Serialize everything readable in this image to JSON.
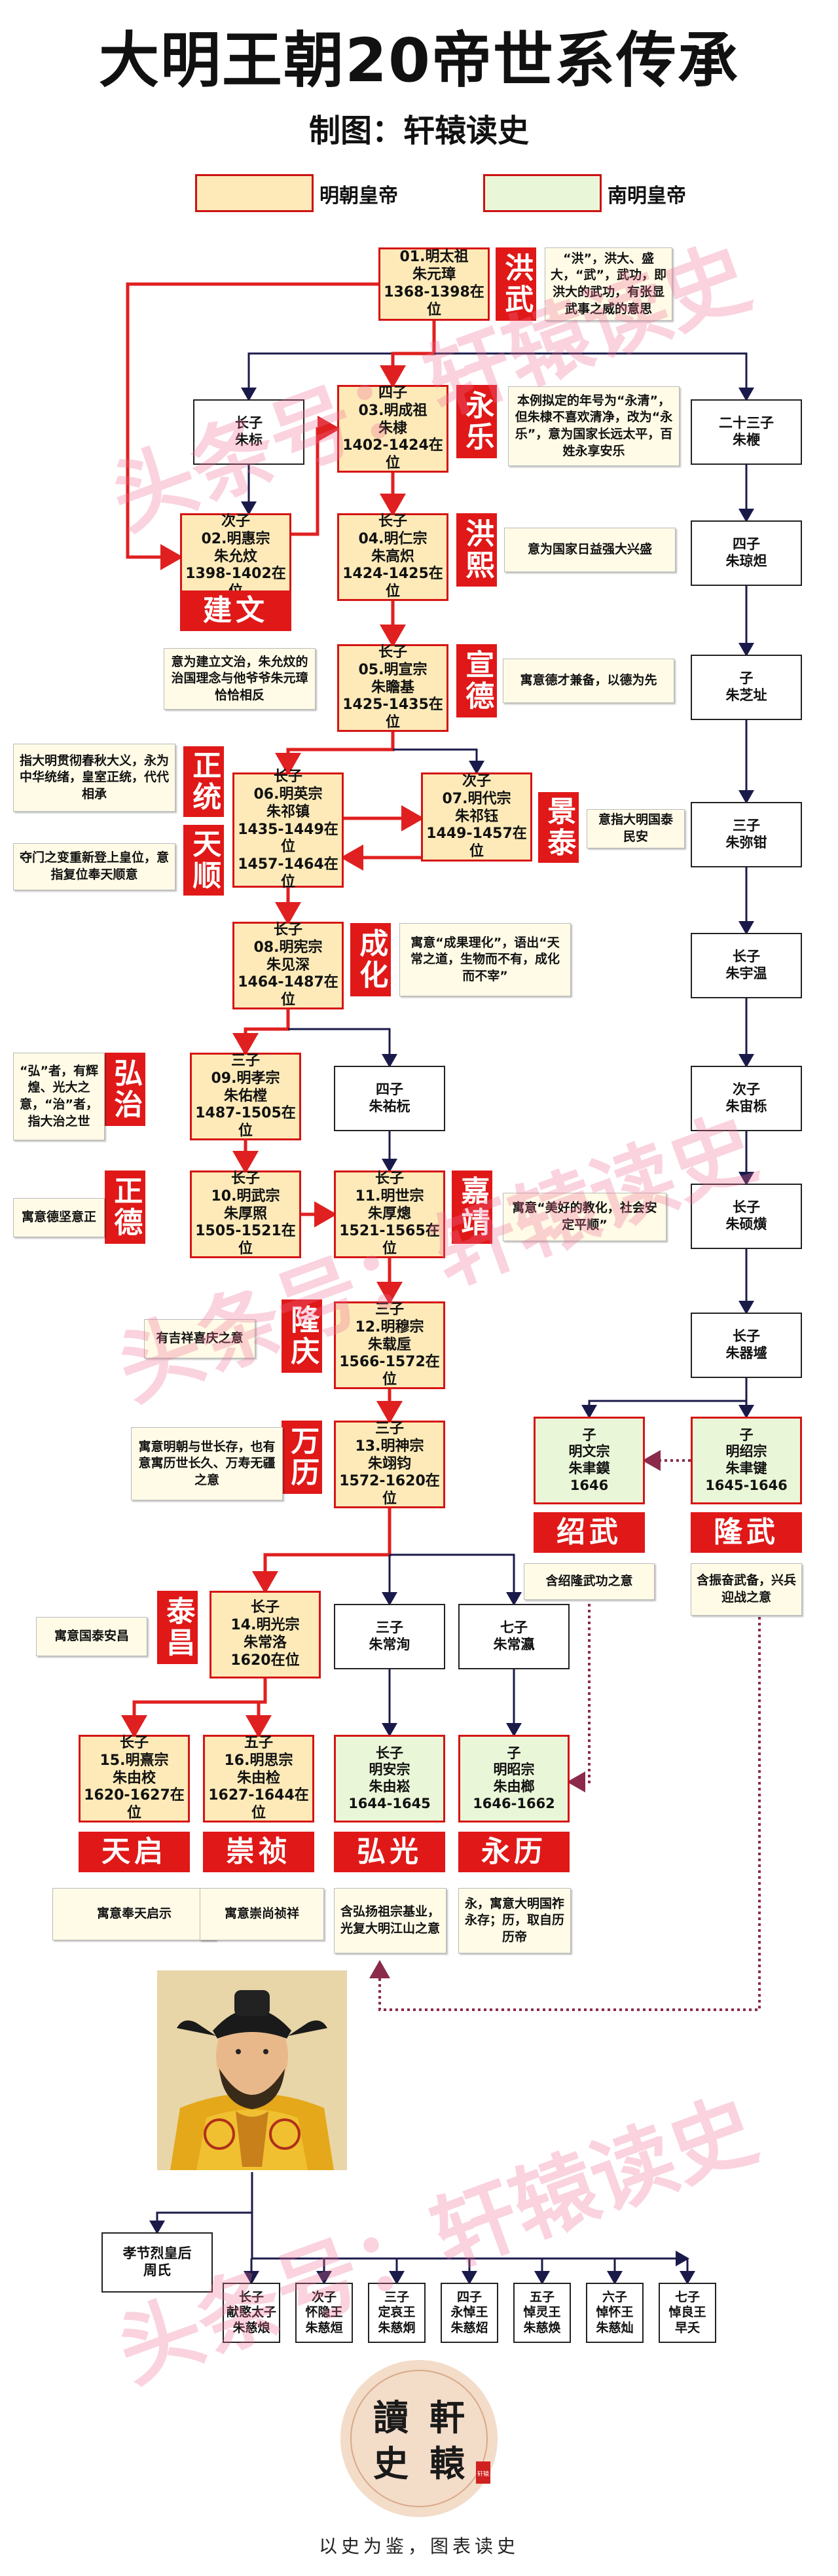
{
  "title": "大明王朝20帝世系传承",
  "subtitle": "制图：轩辕读史",
  "legend": {
    "ming": "明朝皇帝",
    "nan": "南明皇帝"
  },
  "colors": {
    "ming_fill": "#fdeab8",
    "nan_fill": "#eaf6d8",
    "border_red": "#d61414",
    "tag_red": "#e01818",
    "line_red": "#e02020",
    "line_dark": "#1a1a4a",
    "dotted": "#8b2a4a"
  },
  "watermarks": [
    "头条号：轩辕读史",
    "头条号：轩辕读史",
    "头条号：轩辕读史"
  ],
  "nodes": [
    {
      "id": "n1",
      "kind": "ming",
      "lines": [
        "01.明太祖",
        "朱元璋",
        "1368-1398在位"
      ]
    },
    {
      "id": "n2",
      "kind": "plain",
      "lines": [
        "长子",
        "朱标"
      ]
    },
    {
      "id": "n3",
      "kind": "ming",
      "lines": [
        "四子",
        "03.明成祖",
        "朱棣",
        "1402-1424在位"
      ]
    },
    {
      "id": "n4",
      "kind": "plain",
      "lines": [
        "二十三子",
        "朱楩"
      ]
    },
    {
      "id": "n5",
      "kind": "ming",
      "lines": [
        "次子",
        "02.明惠宗",
        "朱允炆",
        "1398-1402在位"
      ]
    },
    {
      "id": "n6",
      "kind": "ming",
      "lines": [
        "长子",
        "04.明仁宗",
        "朱高炽",
        "1424-1425在位"
      ]
    },
    {
      "id": "n7",
      "kind": "plain",
      "lines": [
        "四子",
        "朱琼炟"
      ]
    },
    {
      "id": "n8",
      "kind": "ming",
      "lines": [
        "长子",
        "05.明宣宗",
        "朱瞻基",
        "1425-1435在位"
      ]
    },
    {
      "id": "n9",
      "kind": "plain",
      "lines": [
        "子",
        "朱芝址"
      ]
    },
    {
      "id": "n10",
      "kind": "ming",
      "lines": [
        "长子",
        "06.明英宗",
        "朱祁镇",
        "1435-1449在位",
        "1457-1464在位"
      ]
    },
    {
      "id": "n11",
      "kind": "ming",
      "lines": [
        "次子",
        "07.明代宗",
        "朱祁钰",
        "1449-1457在位"
      ]
    },
    {
      "id": "n12",
      "kind": "plain",
      "lines": [
        "三子",
        "朱弥钳"
      ]
    },
    {
      "id": "n13",
      "kind": "ming",
      "lines": [
        "长子",
        "08.明宪宗",
        "朱见深",
        "1464-1487在位"
      ]
    },
    {
      "id": "n14",
      "kind": "plain",
      "lines": [
        "长子",
        "朱宇温"
      ]
    },
    {
      "id": "n15",
      "kind": "ming",
      "lines": [
        "三子",
        "09.明孝宗",
        "朱佑樘",
        "1487-1505在位"
      ]
    },
    {
      "id": "n16",
      "kind": "plain",
      "lines": [
        "四子",
        "朱祐杬"
      ]
    },
    {
      "id": "n17",
      "kind": "plain",
      "lines": [
        "次子",
        "朱宙栎"
      ]
    },
    {
      "id": "n18",
      "kind": "ming",
      "lines": [
        "长子",
        "10.明武宗",
        "朱厚照",
        "1505-1521在位"
      ]
    },
    {
      "id": "n19",
      "kind": "ming",
      "lines": [
        "长子",
        "11.明世宗",
        "朱厚熜",
        "1521-1565在位"
      ]
    },
    {
      "id": "n20",
      "kind": "plain",
      "lines": [
        "长子",
        "朱硕熿"
      ]
    },
    {
      "id": "n21",
      "kind": "ming",
      "lines": [
        "三子",
        "12.明穆宗",
        "朱载垕",
        "1566-1572在位"
      ]
    },
    {
      "id": "n22",
      "kind": "plain",
      "lines": [
        "长子",
        "朱器墭"
      ]
    },
    {
      "id": "n23",
      "kind": "ming",
      "lines": [
        "三子",
        "13.明神宗",
        "朱翊钧",
        "1572-1620在位"
      ]
    },
    {
      "id": "n24",
      "kind": "nan",
      "lines": [
        "子",
        "明文宗",
        "朱聿鏌",
        "1646"
      ]
    },
    {
      "id": "n25",
      "kind": "nan",
      "lines": [
        "子",
        "明绍宗",
        "朱聿键",
        "1645-1646"
      ]
    },
    {
      "id": "n26",
      "kind": "ming",
      "lines": [
        "长子",
        "14.明光宗",
        "朱常洛",
        "1620在位"
      ]
    },
    {
      "id": "n27",
      "kind": "plain",
      "lines": [
        "三子",
        "朱常洵"
      ]
    },
    {
      "id": "n28",
      "kind": "plain",
      "lines": [
        "七子",
        "朱常瀛"
      ]
    },
    {
      "id": "n29",
      "kind": "ming",
      "lines": [
        "长子",
        "15.明熹宗",
        "朱由校",
        "1620-1627在位"
      ]
    },
    {
      "id": "n30",
      "kind": "ming",
      "lines": [
        "五子",
        "16.明思宗",
        "朱由检",
        "1627-1644在位"
      ]
    },
    {
      "id": "n31",
      "kind": "nan",
      "lines": [
        "长子",
        "明安宗",
        "朱由崧",
        "1644-1645"
      ]
    },
    {
      "id": "n32",
      "kind": "nan",
      "lines": [
        "子",
        "明昭宗",
        "朱由榔",
        "1646-1662"
      ]
    },
    {
      "id": "n33",
      "kind": "plain",
      "lines": [
        "孝节烈皇后",
        "周氏"
      ]
    },
    {
      "id": "n34",
      "kind": "plain",
      "lines": [
        "长子",
        "献愍太子",
        "朱慈烺"
      ]
    },
    {
      "id": "n35",
      "kind": "plain",
      "lines": [
        "次子",
        "怀隐王",
        "朱慈烜"
      ]
    },
    {
      "id": "n36",
      "kind": "plain",
      "lines": [
        "三子",
        "定哀王",
        "朱慈炯"
      ]
    },
    {
      "id": "n37",
      "kind": "plain",
      "lines": [
        "四子",
        "永悼王",
        "朱慈炤"
      ]
    },
    {
      "id": "n38",
      "kind": "plain",
      "lines": [
        "五子",
        "悼灵王",
        "朱慈焕"
      ]
    },
    {
      "id": "n39",
      "kind": "plain",
      "lines": [
        "六子",
        "悼怀王",
        "朱慈灿"
      ]
    },
    {
      "id": "n40",
      "kind": "plain",
      "lines": [
        "七子",
        "悼良王",
        "早夭"
      ]
    }
  ],
  "eras": [
    {
      "id": "e1",
      "name": "洪武"
    },
    {
      "id": "e2",
      "name": "永乐"
    },
    {
      "id": "e3",
      "name": "建文"
    },
    {
      "id": "e4",
      "name": "洪熙"
    },
    {
      "id": "e5",
      "name": "宣德"
    },
    {
      "id": "e6",
      "name": "正统"
    },
    {
      "id": "e7",
      "name": "天顺"
    },
    {
      "id": "e8",
      "name": "景泰"
    },
    {
      "id": "e9",
      "name": "成化"
    },
    {
      "id": "e10",
      "name": "弘治"
    },
    {
      "id": "e11",
      "name": "正德"
    },
    {
      "id": "e12",
      "name": "嘉靖"
    },
    {
      "id": "e13",
      "name": "隆庆"
    },
    {
      "id": "e14",
      "name": "万历"
    },
    {
      "id": "e15",
      "name": "绍武"
    },
    {
      "id": "e16",
      "name": "隆武"
    },
    {
      "id": "e17",
      "name": "泰昌"
    },
    {
      "id": "e18",
      "name": "天启"
    },
    {
      "id": "e19",
      "name": "崇祯"
    },
    {
      "id": "e20",
      "name": "弘光"
    },
    {
      "id": "e21",
      "name": "永历"
    }
  ],
  "notes": [
    {
      "id": "t1",
      "text": "“洪”，洪大、盛大，“武”，武功，即洪大的武功，有张显武事之威的意思"
    },
    {
      "id": "t2",
      "text": "本例拟定的年号为“永清”，但朱棣不喜欢清净，改为“永乐”，意为国家长远太平，百姓永享安乐"
    },
    {
      "id": "t3",
      "text": "意为国家日益强大兴盛"
    },
    {
      "id": "t4",
      "text": "意为建立文治，朱允炆的治国理念与他爷爷朱元璋恰恰相反"
    },
    {
      "id": "t5",
      "text": "寓意德才兼备，以德为先"
    },
    {
      "id": "t6",
      "text": "指大明贯彻春秋大义，永为中华统绪，皇室正统，代代相承"
    },
    {
      "id": "t7",
      "text": "夺门之变重新登上皇位，意指复位奉天顺意"
    },
    {
      "id": "t8",
      "text": "意指大明国泰民安"
    },
    {
      "id": "t9",
      "text": "寓意“成果理化”，语出“天常之道，生物而不有，成化而不宰”"
    },
    {
      "id": "t10",
      "text": "“弘”者，有辉煌、光大之意，“治”者，指大治之世"
    },
    {
      "id": "t11",
      "text": "寓意德坚意正"
    },
    {
      "id": "t12",
      "text": "寓意“美好的教化，社会安定平顺”"
    },
    {
      "id": "t13",
      "text": "有吉祥喜庆之意"
    },
    {
      "id": "t14",
      "text": "寓意明朝与世长存，也有意寓历世长久、万寿无疆之意"
    },
    {
      "id": "t15",
      "text": "含绍隆武功之意"
    },
    {
      "id": "t16",
      "text": "含振奋武备，兴兵迎战之意"
    },
    {
      "id": "t17",
      "text": "寓意国泰安昌"
    },
    {
      "id": "t18",
      "text": "寓意奉天启示"
    },
    {
      "id": "t19",
      "text": "寓意崇尚祯祥"
    },
    {
      "id": "t20",
      "text": "含弘扬祖宗基业，光复大明江山之意"
    },
    {
      "id": "t21",
      "text": "永，寓意大明国祚永存；历，取自历历帝"
    }
  ],
  "logo": {
    "chars": [
      "讀",
      "軒",
      "史",
      "轅"
    ],
    "seal": "轩辕"
  },
  "slogan": "以史为鉴，图表读史"
}
